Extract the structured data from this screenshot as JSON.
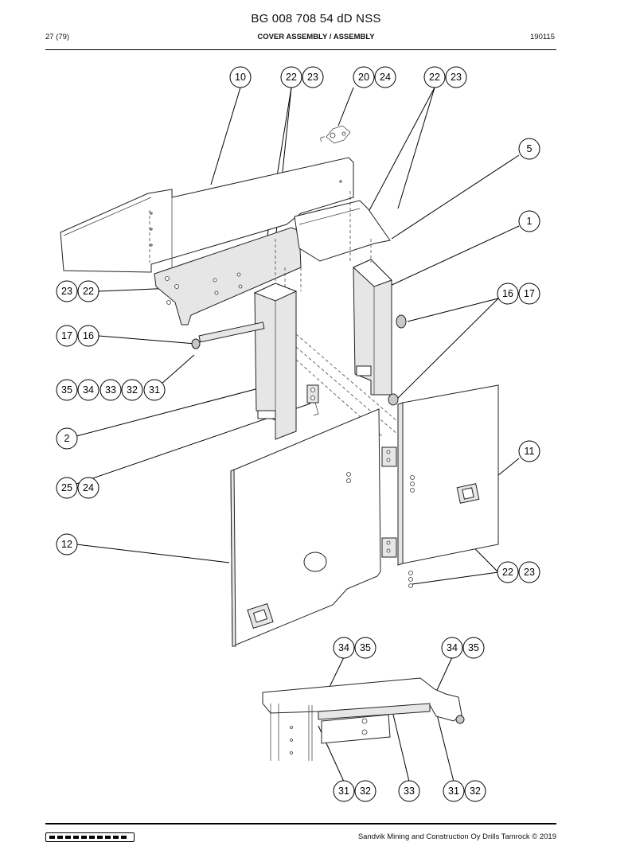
{
  "header": {
    "title": "BG 008 708 54 dD NSS",
    "page": "27 (79)",
    "subtitle": "COVER ASSEMBLY / ASSEMBLY",
    "date": "190115"
  },
  "callouts": {
    "c10": "10",
    "c22a": "22",
    "c23a": "23",
    "c20": "20",
    "c24a": "24",
    "c22b": "22",
    "c23b": "23",
    "c5": "5",
    "c1": "1",
    "c23c": "23",
    "c22c": "22",
    "c16a": "16",
    "c17a": "17",
    "c17b": "17",
    "c16b": "16",
    "c35a": "35",
    "c34a": "34",
    "c33a": "33",
    "c32a": "32",
    "c31a": "31",
    "c2": "2",
    "c11": "11",
    "c25": "25",
    "c24b": "24",
    "c12": "12",
    "c22d": "22",
    "c23d": "23",
    "c34b": "34",
    "c35b": "35",
    "c34c": "34",
    "c35c": "35",
    "c31b": "31",
    "c32b": "32",
    "c33b": "33",
    "c31c": "31",
    "c32c": "32"
  },
  "footer": {
    "copyright": "Sandvik Mining and Construction Oy Drills Tamrock © 2019",
    "logo_icon": "sandvik-logo-icon"
  }
}
